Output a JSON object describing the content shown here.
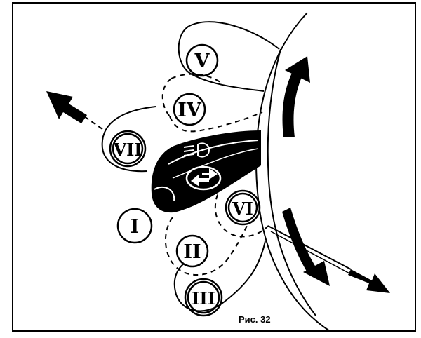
{
  "figure": {
    "caption": "Рис. 32",
    "positions": [
      {
        "id": "I",
        "label": "I"
      },
      {
        "id": "II",
        "label": "II"
      },
      {
        "id": "III",
        "label": "III"
      },
      {
        "id": "IV",
        "label": "IV"
      },
      {
        "id": "V",
        "label": "V"
      },
      {
        "id": "VI",
        "label": "VI"
      },
      {
        "id": "VII",
        "label": "VII"
      }
    ],
    "icons": [
      "headlight-low-beam-icon",
      "turn-signal-arrows-icon",
      "rotation-arrow-icon",
      "direction-arrow-icon"
    ],
    "colors": {
      "ink": "#000000",
      "paper": "#ffffff"
    }
  }
}
